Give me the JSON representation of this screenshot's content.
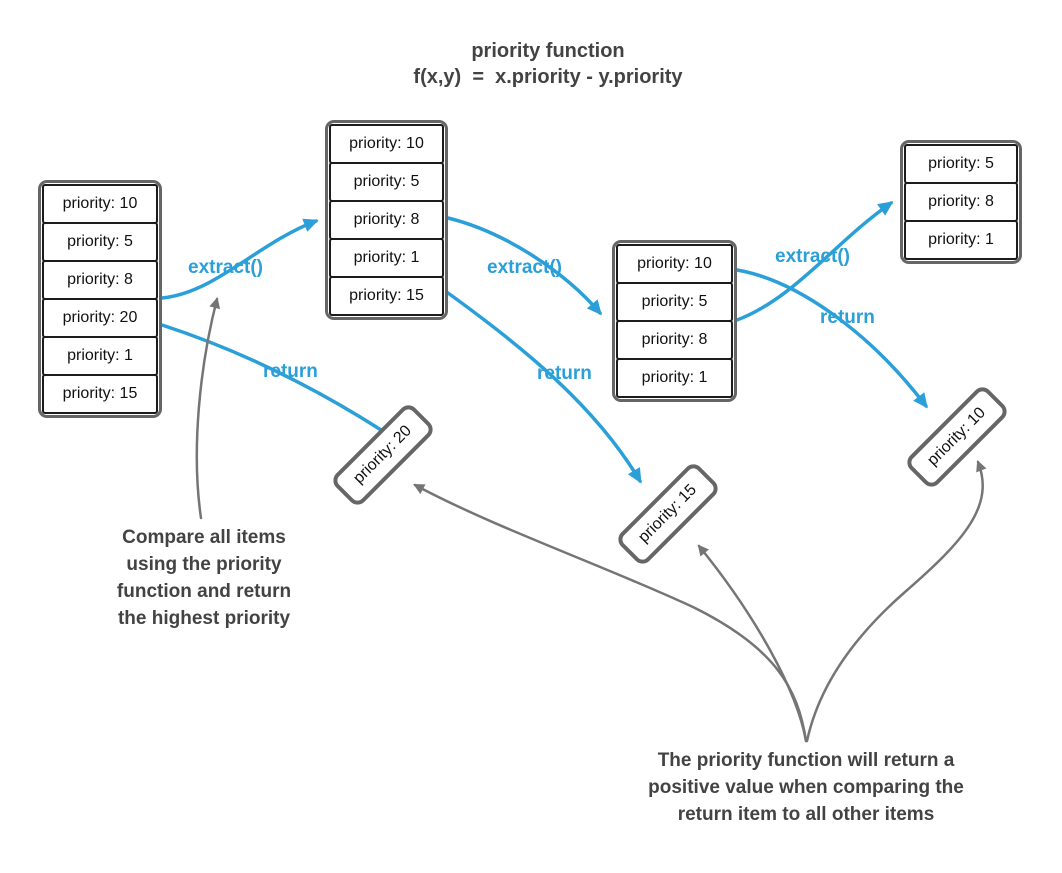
{
  "title": {
    "line1": "priority function",
    "line2": "f(x,y)  =  x.priority - y.priority"
  },
  "stacks": [
    {
      "items": [
        "priority: 10",
        "priority: 5",
        "priority: 8",
        "priority: 20",
        "priority: 1",
        "priority: 15"
      ]
    },
    {
      "items": [
        "priority: 10",
        "priority: 5",
        "priority: 8",
        "priority: 1",
        "priority: 15"
      ]
    },
    {
      "items": [
        "priority: 10",
        "priority: 5",
        "priority: 8",
        "priority: 1"
      ]
    },
    {
      "items": [
        "priority: 5",
        "priority: 8",
        "priority: 1"
      ]
    }
  ],
  "labels": {
    "extract1": "extract()",
    "extract2": "extract()",
    "extract3": "extract()",
    "return1": "return",
    "return2": "return",
    "return3": "return"
  },
  "returned": {
    "first": "priority: 20",
    "second": "priority: 15",
    "third": "priority: 10"
  },
  "annotations": {
    "left_lines": [
      "Compare all items",
      "using the priority",
      "function and return",
      "the highest priority"
    ],
    "right_lines": [
      "The priority function will return a",
      "positive value when comparing the",
      "return item to all other items"
    ]
  },
  "colors": {
    "accent_blue": "#2b9fd8",
    "annotation_gray": "#434343",
    "arrow_gray": "#757575",
    "container_border": "#666666",
    "item_border": "#1c1c1c"
  }
}
